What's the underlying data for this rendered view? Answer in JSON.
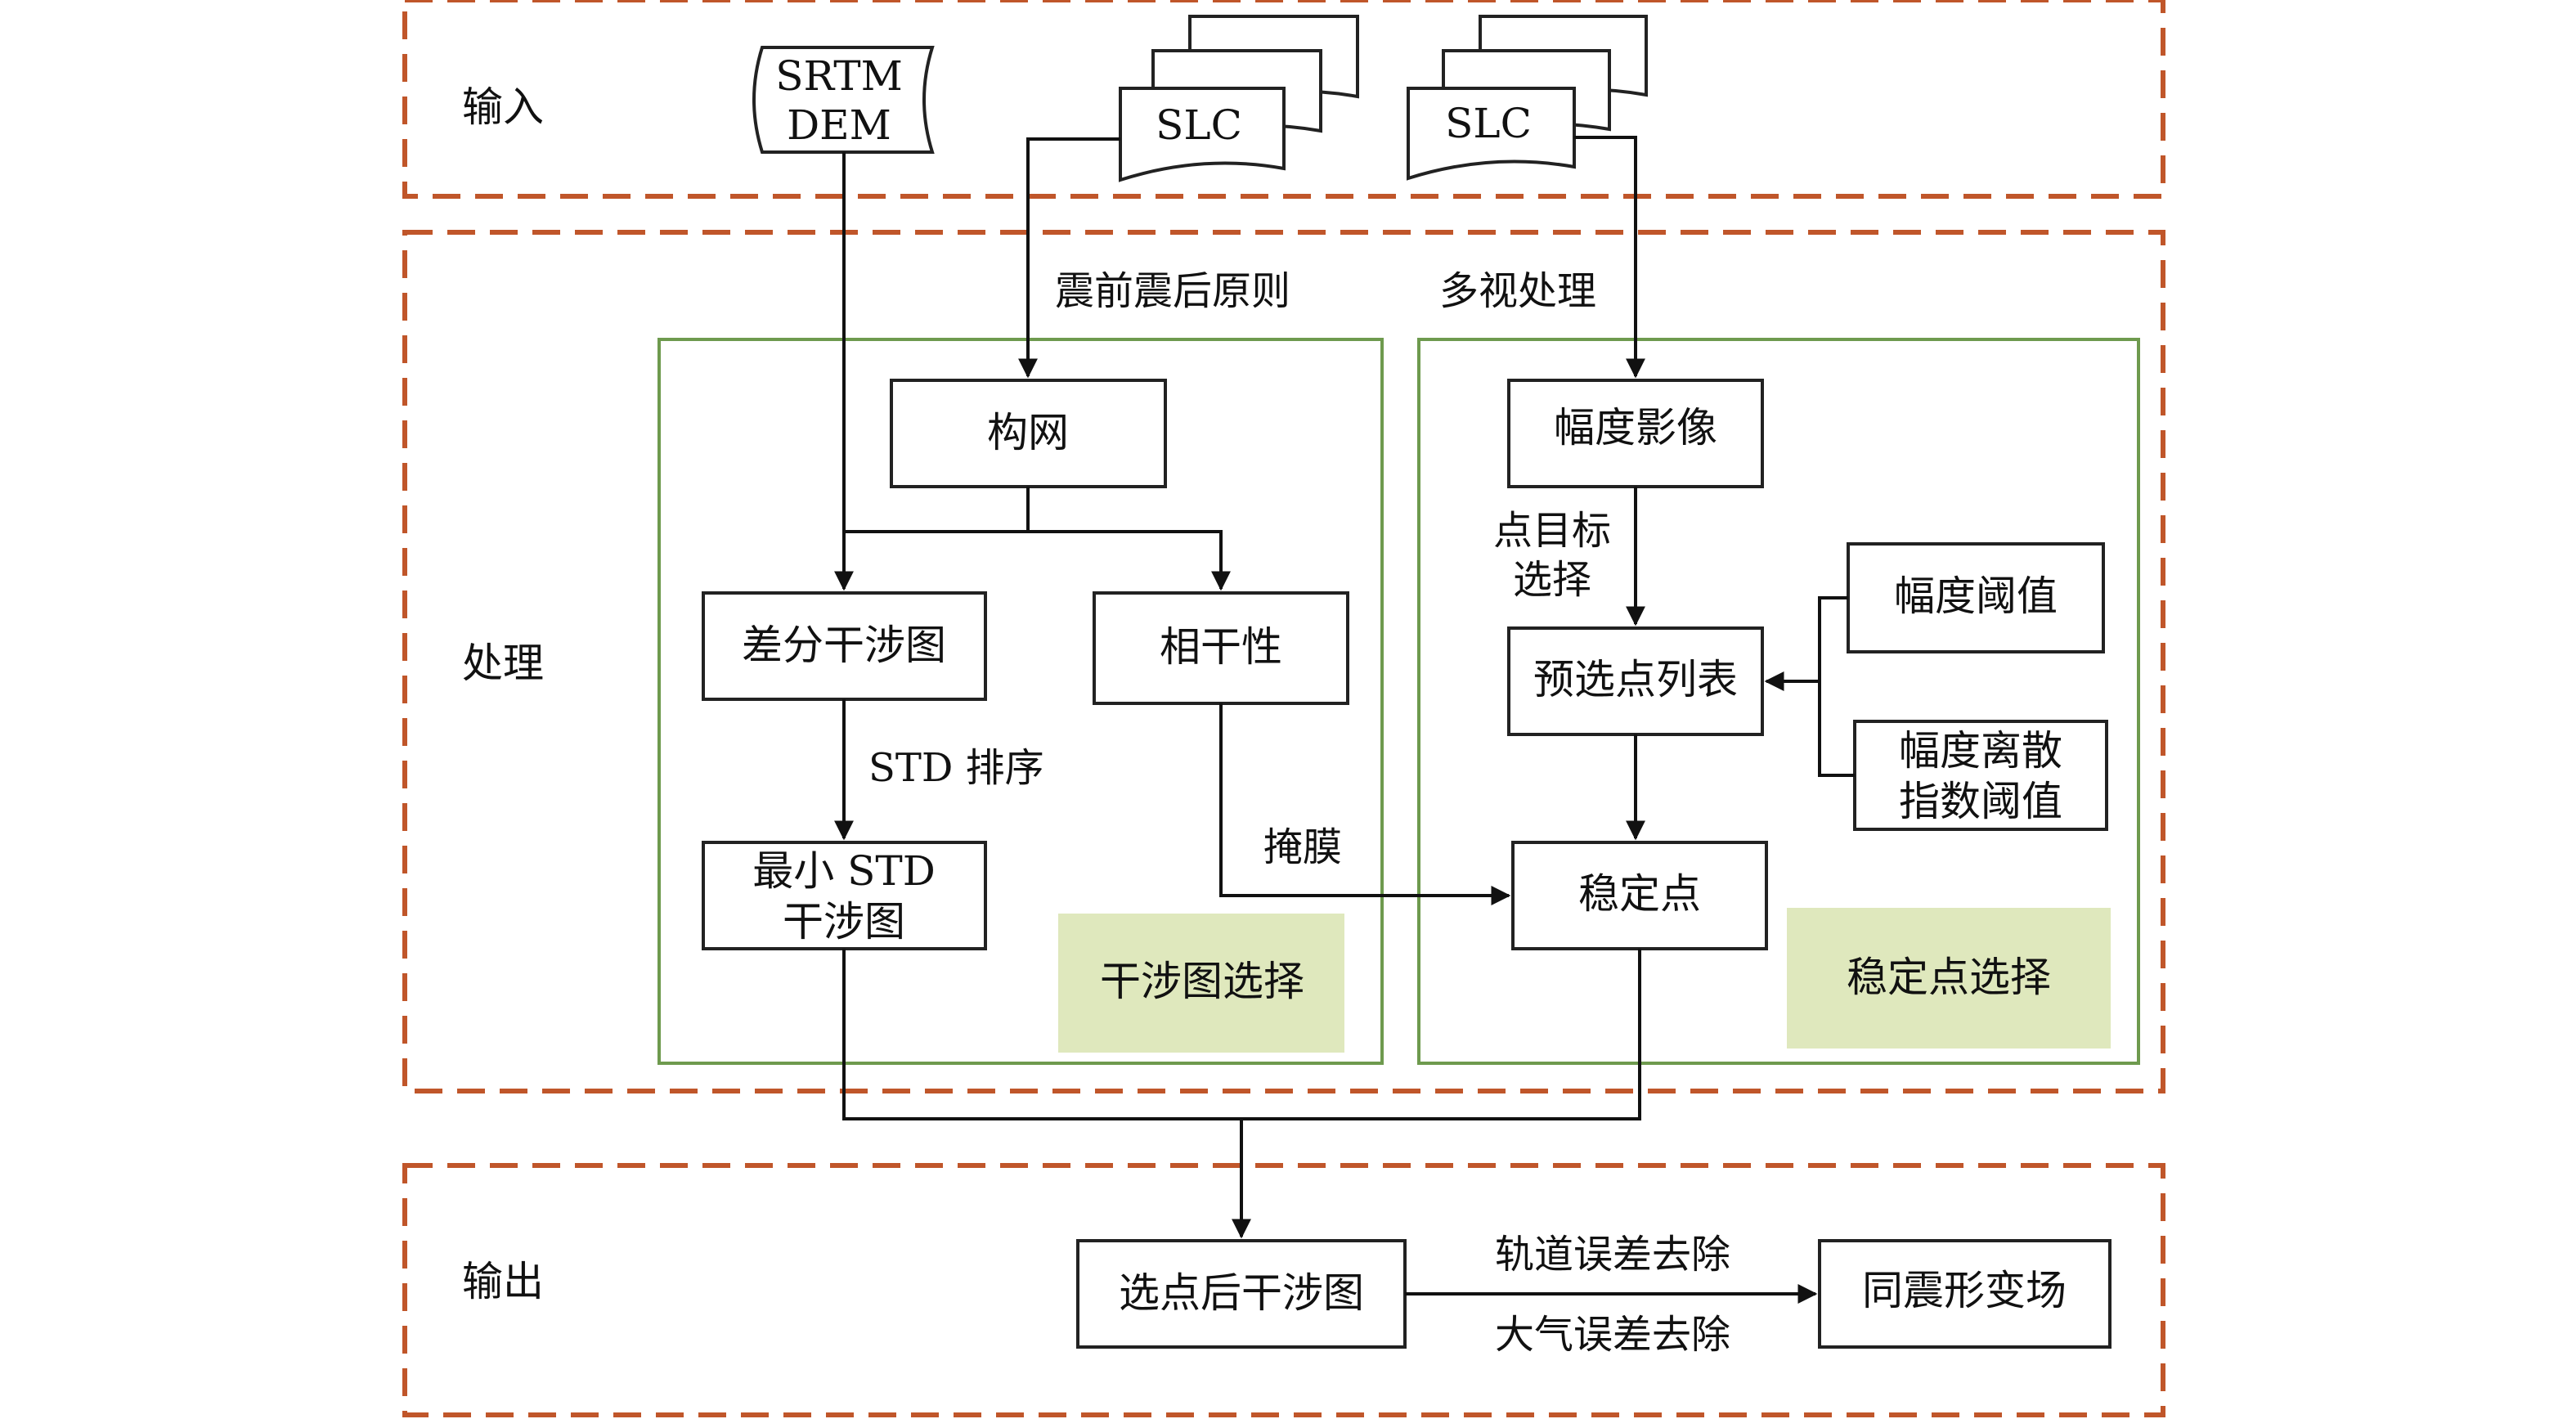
{
  "sections": {
    "input": "输入",
    "process": "处理",
    "output": "输出"
  },
  "inputs": {
    "dem_line1": "SRTM",
    "dem_line2": "DEM",
    "slc_a": "SLC",
    "slc_b": "SLC"
  },
  "left_group": {
    "title": "干涉图选择",
    "network": "构网",
    "diff_ifg": "差分干涉图",
    "coherence": "相干性",
    "min_std_line1": "最小 STD",
    "min_std_line2": "干涉图"
  },
  "right_group": {
    "title": "稳定点选择",
    "amplitude_image": "幅度影像",
    "candidate_list": "预选点列表",
    "amp_threshold": "幅度阈值",
    "dispersion_line1": "幅度离散",
    "dispersion_line2": "指数阈值",
    "stable_points": "稳定点"
  },
  "edge_labels": {
    "pre_post_rule": "震前震后原则",
    "multilook": "多视处理",
    "std_sort": "STD 排序",
    "mask": "掩膜",
    "point_target_line1": "点目标",
    "point_target_line2": "选择",
    "orbit_removal": "轨道误差去除",
    "atmo_removal": "大气误差去除"
  },
  "outputs": {
    "selected_ifg": "选点后干涉图",
    "coseismic": "同震形变场"
  }
}
